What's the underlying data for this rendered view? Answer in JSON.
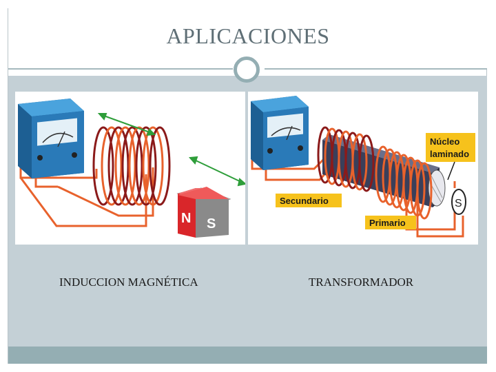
{
  "slide": {
    "title": "APLICACIONES"
  },
  "figures": {
    "left": {
      "caption": "INDUCCION MAGNÉTICA",
      "magnet_north": "N",
      "magnet_south": "S"
    },
    "right": {
      "caption": "TRANSFORMADOR",
      "label_core_line1": "Núcleo",
      "label_core_line2": "laminado",
      "label_secondary": "Secundario",
      "label_primary": "Primario",
      "source_symbol": "S"
    }
  },
  "colors": {
    "title": "#5f6f76",
    "accent": "#94aeb3",
    "content_bg": "#c4d0d6",
    "coil_copper": "#e8622c",
    "coil_dark": "#8b1a1a",
    "meter_blue": "#2a7ab8",
    "label_yellow": "#f6c21c",
    "arrow_green": "#2e9e3a",
    "magnet_red": "#d9262a",
    "magnet_gray": "#9a9a9a"
  }
}
